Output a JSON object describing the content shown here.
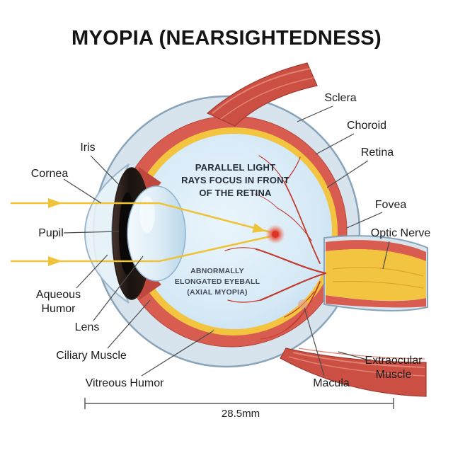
{
  "title": "MYOPIA (NEARSIGHTEDNESS)",
  "labels": {
    "cornea": "Cornea",
    "iris": "Iris",
    "pupil": "Pupil",
    "aqueous_humor": "Aqueous Humor",
    "lens": "Lens",
    "ciliary_muscle": "Ciliary Muscle",
    "vitreous_humor": "Vitreous Humor",
    "sclera": "Sclera",
    "choroid": "Choroid",
    "retina": "Retina",
    "fovea": "Fovea",
    "optic_nerve": "Optic Nerve",
    "extraocular_muscle": "Extraocular Muscle",
    "macula": "Macula"
  },
  "annotations": {
    "focus_note": "PARALLEL LIGHT\nRAYS FOCUS IN FRONT\nOF THE RETINA",
    "eyeball_note": "ABNORMALLY\nELONGATED EYEBALL\n(AXIAL MYOPIA)"
  },
  "measurement": {
    "value": "28.5mm"
  },
  "colors": {
    "muscle_red": "#cb4f43",
    "choroid_red": "#d85c4f",
    "retina_yellow": "#f2c43f",
    "vitreous_blue": "#d5e9f6",
    "sclera_blue": "#d7e4ee",
    "ray_yellow": "#eec337",
    "focus_red": "#e2473a",
    "vessel_red": "#c23b2e"
  }
}
